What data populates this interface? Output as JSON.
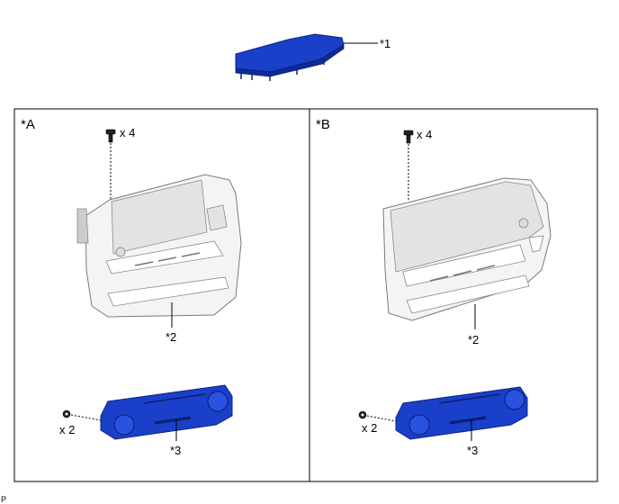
{
  "parts": {
    "top_part_label": "*1",
    "bezel_label": "*2",
    "control_label": "*3"
  },
  "panels": [
    {
      "title": "*A",
      "screw_qty": "x 4",
      "clip_qty": "x 2"
    },
    {
      "title": "*B",
      "screw_qty": "x 4",
      "clip_qty": "x 2"
    }
  ],
  "footer_code": "P",
  "colors": {
    "part_highlight": "#1a3fc9",
    "frame": "#f4f4f4",
    "border": "#000000"
  },
  "icons": {
    "screw": "screw-icon",
    "clip": "clip-icon"
  }
}
